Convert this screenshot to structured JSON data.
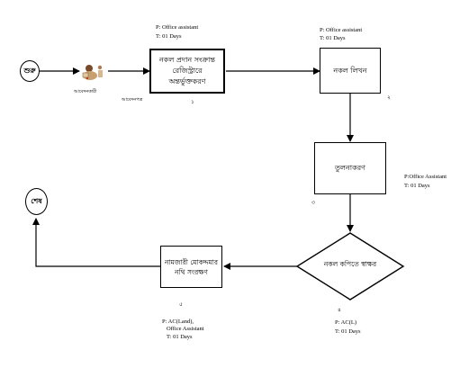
{
  "start": {
    "label": "শুরু"
  },
  "end": {
    "label": "শেষ"
  },
  "applicant_label": "আবেদনকারী",
  "application_label": "আবেদনপত্র",
  "steps": [
    {
      "number": "১",
      "label": "নকল প্রদান সংক্রান্ত রেজিস্ট্রারে অন্তর্ভুক্তকরণ",
      "p": "P:  Office assistant",
      "t": "T:  01 Days"
    },
    {
      "number": "২",
      "label": "নকল লিখন",
      "p": "P: Office assistant",
      "t": "T:  01 Days"
    },
    {
      "number": "৩",
      "label": "তুলনাকরণ",
      "p": "P:Office Assistant",
      "t": "T:  01 Days"
    },
    {
      "number": "৪",
      "label": "নকল কপিতে স্বাক্ষর",
      "p": "P: AC(L)",
      "t": "T:  01 Days"
    },
    {
      "number": "৫",
      "label": "নামজারী মোকদ্দমার নথি সংরক্ষণ",
      "p": "P:  AC(Land),",
      "p2": "Office Assistant",
      "t": "T:  01 Days"
    }
  ]
}
